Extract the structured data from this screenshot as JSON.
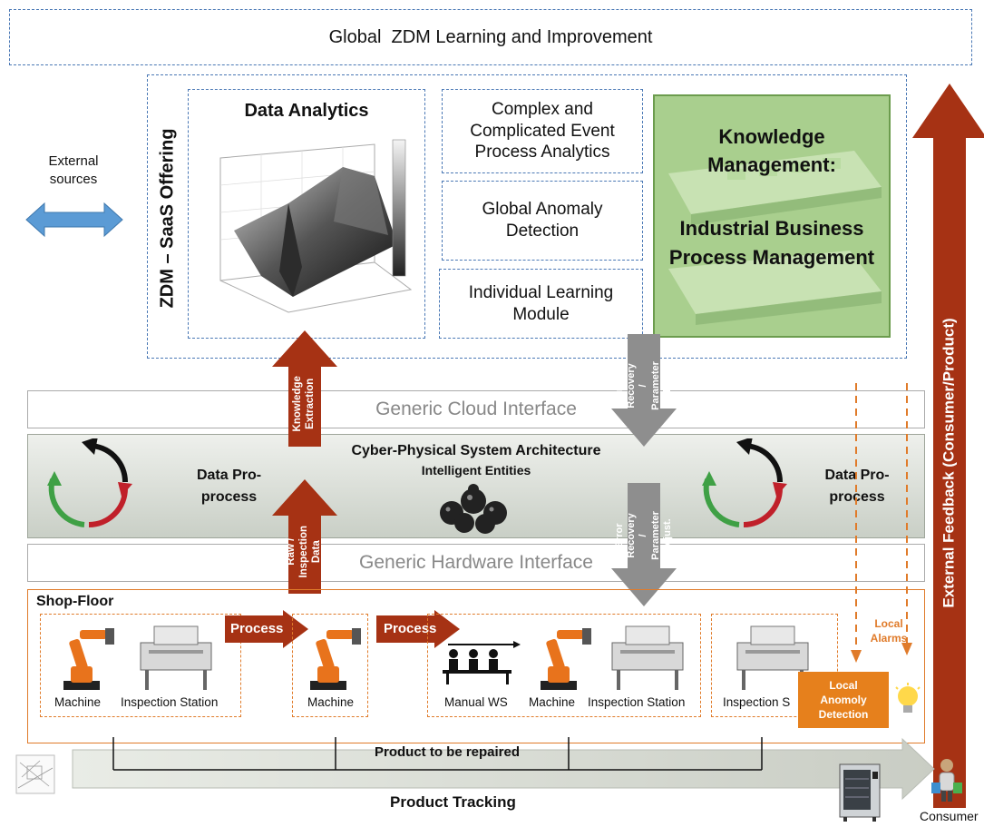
{
  "top_banner": {
    "label": "Global  ZDM Learning and Improvement"
  },
  "saas": {
    "vertical_label": "ZDM – SaaS Offering",
    "data_analytics": {
      "title": "Data Analytics"
    },
    "modules": [
      "Complex and Complicated Event Process Analytics",
      "Global Anomaly Detection",
      "Individual Learning Module"
    ],
    "knowledge": {
      "title": "Knowledge Management:",
      "subtitle": "Industrial Business Process Management"
    }
  },
  "external_sources": {
    "label": "External sources"
  },
  "external_feedback": {
    "label": "External Feedback (Consumer/Product)"
  },
  "cloud_interface": {
    "label": "Generic Cloud Interface"
  },
  "hardware_interface": {
    "label": "Generic Hardware Interface"
  },
  "cps": {
    "title": "Cyber-Physical System Architecture",
    "subtitle": "Intelligent Entities",
    "left_label": "Data Pro-process",
    "right_label": "Data Pro-process"
  },
  "arrows": {
    "knowledge_extraction": "Knowledge Extraction",
    "raw_inspection": "Raw / Inspection Data",
    "error_recovery_upper": "Error Recovery / Parameter Adjust.",
    "error_recovery_lower": "Error Recovery / Parameter Adjust."
  },
  "shop_floor": {
    "title": "Shop-Floor",
    "process_1": "Process",
    "process_2": "Process",
    "cell1_machine": "Machine",
    "cell1_inspection": "Inspection Station",
    "cell2_machine": "Machine",
    "cell3_manual": "Manual WS",
    "cell3_machine": "Machine",
    "cell3_inspection": "Inspection Station",
    "cell4_inspection": "Inspection S",
    "local_alarms": "Local Alarms",
    "local_anomaly": "Local Anomoly Detection"
  },
  "bottom": {
    "product_repaired": "Product to be repaired",
    "product_tracking": "Product Tracking",
    "consumer": "Consumer"
  },
  "colors": {
    "dark_red": "#a63214",
    "gray_arrow": "#8e8e8e",
    "dash_blue": "#4a78b5",
    "dash_orange": "#e07b2a",
    "knowledge_green": "#a9cf8e",
    "cps_band": "#d8ddd6",
    "local_anomaly_bg": "#e6801c"
  }
}
